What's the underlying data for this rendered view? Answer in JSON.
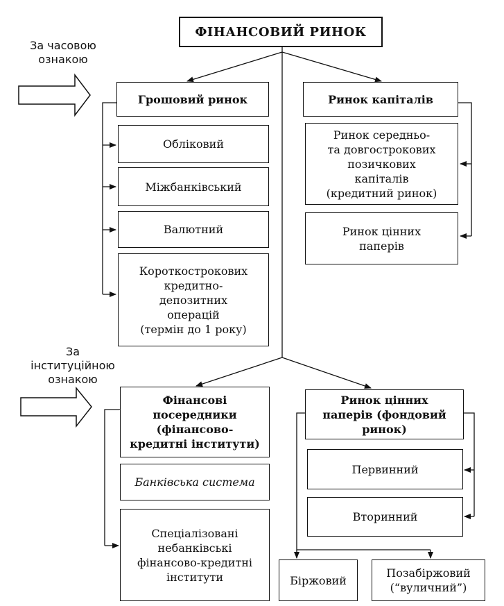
{
  "title": "ФІНАНСОВИЙ РИНОК",
  "sections": {
    "time_sign": "За часовою\nознакою",
    "institutional_sign": "За\nінституційною\nознакою"
  },
  "money_market": {
    "header": "Грошовий ринок",
    "items": [
      "Обліковий",
      "Міжбанківський",
      "Валютний",
      "Короткострокових\nкредитно-\nдепозитних\nоперацій\n(термін до 1 року)"
    ]
  },
  "capital_market": {
    "header": "Ринок капіталів",
    "items": [
      "Ринок середньо-\nта довгострокових\nпозичкових\nкапіталів\n(кредитний ринок)",
      "Ринок цінних\nпаперів"
    ]
  },
  "intermediaries": {
    "header": "Фінансові\nпосередники\n(фінансово-\nкредитні інститути)",
    "items": [
      "Банківська система",
      "Спеціалізовані\nнебанківські\nфінансово-кредитні\nінститути"
    ]
  },
  "securities_market": {
    "header": "Ринок цінних\nпаперів (фондовий\nринок)",
    "items": [
      "Первинний",
      "Вторинний"
    ],
    "sub_items": [
      "Біржовий",
      "Позабіржовий\n(“вуличний”)"
    ]
  }
}
